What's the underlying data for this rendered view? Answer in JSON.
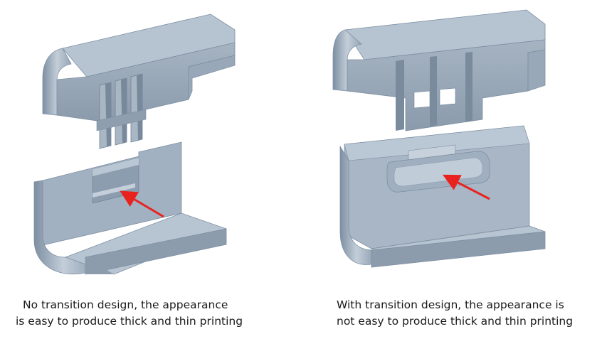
{
  "captions": {
    "left": {
      "line1": "No transition design, the appearance",
      "line2": "is easy to produce thick and thin printing"
    },
    "right": {
      "line1": "With transition design, the appearance is",
      "line2": "not easy to produce thick and thin printing"
    }
  },
  "colors": {
    "background": "#ffffff",
    "part_top": "#b4c2d0",
    "part_front": "#8f9fb0",
    "part_side": "#a2b2c2",
    "part_dark": "#72869a",
    "arrow": "#e8231f"
  },
  "icons": [
    "red-arrow",
    "red-arrow"
  ]
}
